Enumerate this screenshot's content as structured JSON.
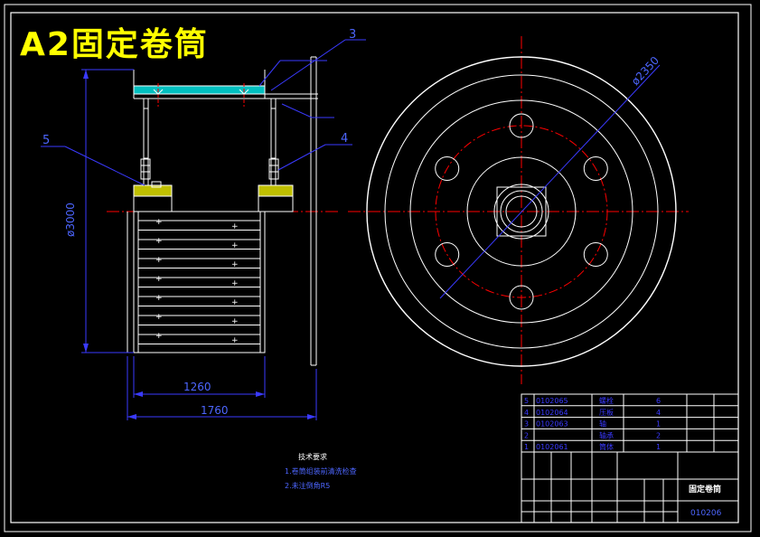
{
  "overlay_title": "A2固定卷筒",
  "part_labels": {
    "p3": "3",
    "p4": "4",
    "p5": "5"
  },
  "dimensions": {
    "height_dia": "ø3000",
    "inner_length": "1260",
    "outer_length": "1760",
    "flange_dia": "ø2350"
  },
  "tech_requirements": {
    "heading": "技术要求",
    "line1": "1.卷筒组装前清洗检查",
    "line2": "2.未注倒角R5"
  },
  "title_block": {
    "drawing_name": "固定卷筒",
    "drawing_number": "010206",
    "parts_list": [
      {
        "no": "5",
        "code": "0102065",
        "name": "螺栓",
        "qty": "6"
      },
      {
        "no": "4",
        "code": "0102064",
        "name": "压板",
        "qty": "4"
      },
      {
        "no": "3",
        "code": "0102063",
        "name": "轴",
        "qty": "1"
      },
      {
        "no": "2",
        "code": "",
        "name": "轴承",
        "qty": "2"
      },
      {
        "no": "1",
        "code": "0102061",
        "name": "筒体",
        "qty": "1"
      }
    ]
  },
  "colors": {
    "line": "#ffffff",
    "dimension": "#3a3aff",
    "centerline": "#ff0000",
    "hatch": "#00ffff",
    "accent": "#ffff00"
  }
}
